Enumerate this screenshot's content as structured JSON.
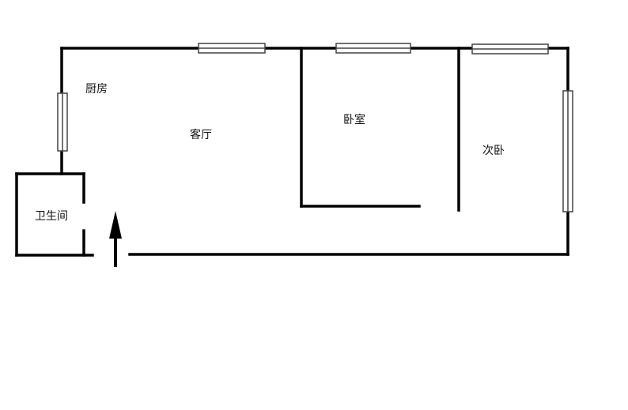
{
  "floorplan": {
    "rooms": {
      "kitchen": "厨房",
      "living_room": "客厅",
      "master_bedroom": "卧室",
      "second_bedroom": "次卧",
      "bathroom": "卫生间"
    },
    "wall_color": "#000000",
    "window_color": "#444444"
  }
}
